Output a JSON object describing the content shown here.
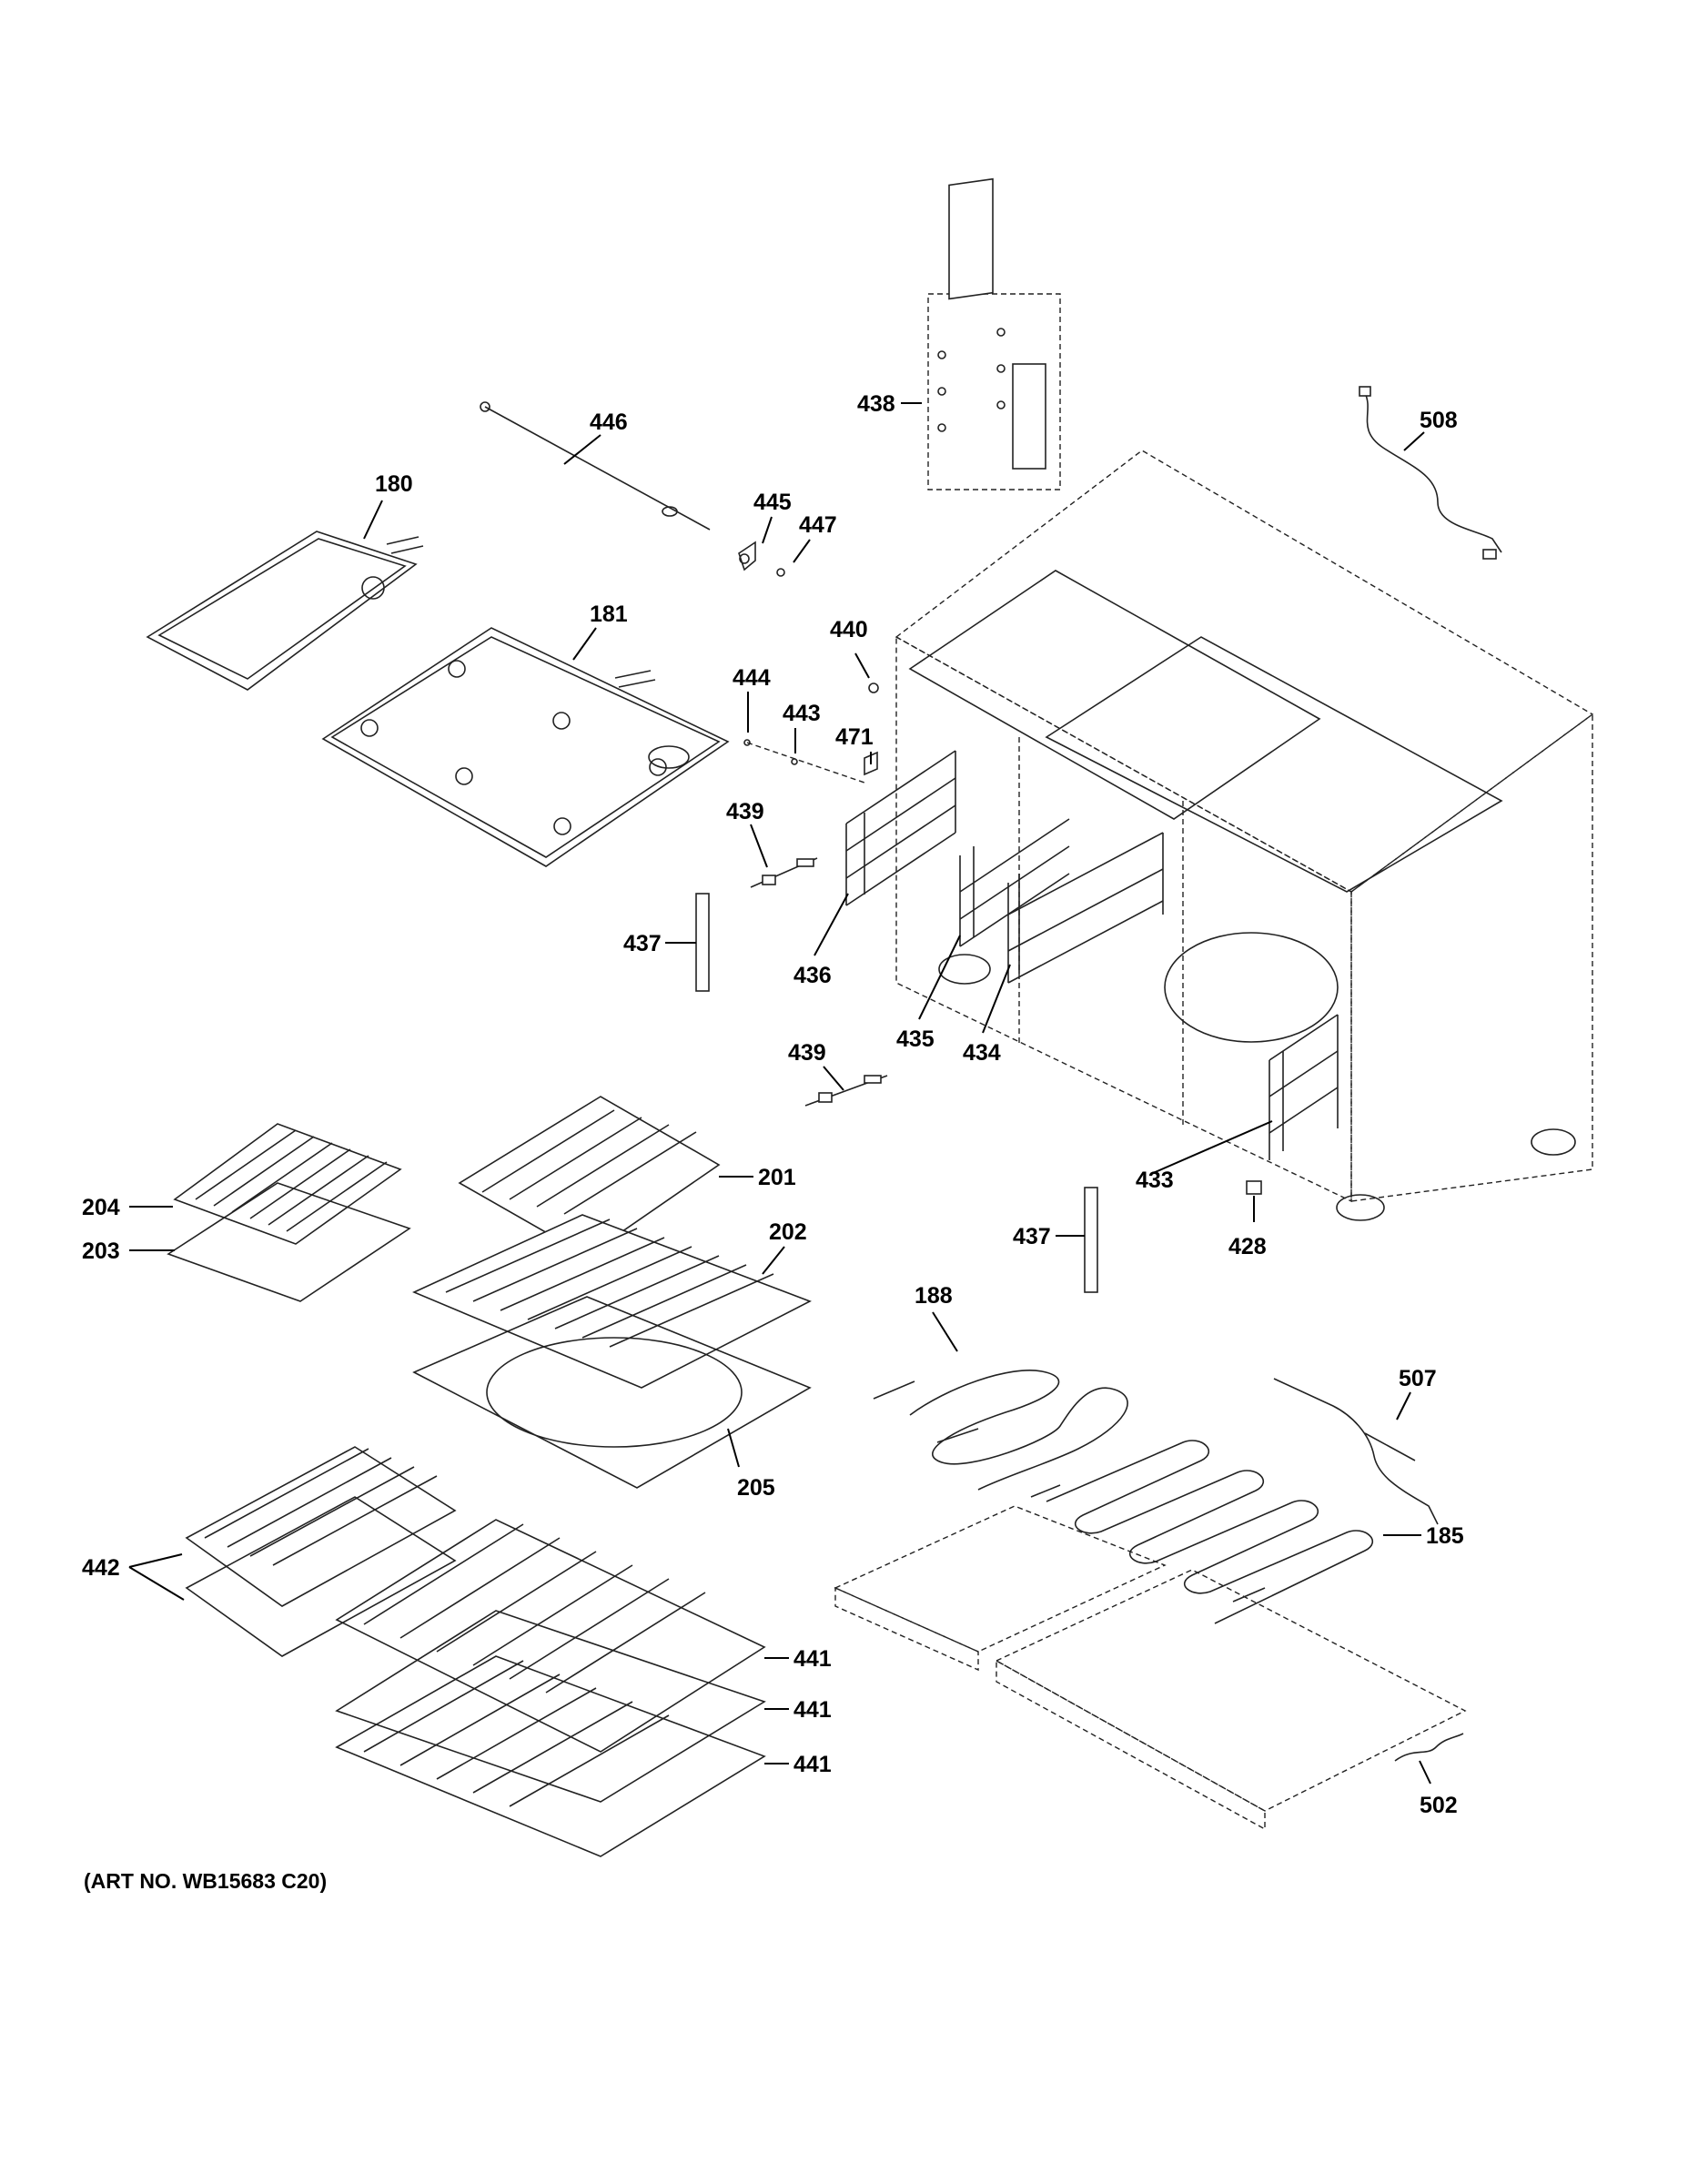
{
  "diagram": {
    "caption": "(ART NO. WB15683 C20)",
    "callouts": [
      {
        "id": "c446",
        "label": "446"
      },
      {
        "id": "c180",
        "label": "180"
      },
      {
        "id": "c445",
        "label": "445"
      },
      {
        "id": "c447",
        "label": "447"
      },
      {
        "id": "c438",
        "label": "438"
      },
      {
        "id": "c508",
        "label": "508"
      },
      {
        "id": "c181",
        "label": "181"
      },
      {
        "id": "c440",
        "label": "440"
      },
      {
        "id": "c444",
        "label": "444"
      },
      {
        "id": "c443",
        "label": "443"
      },
      {
        "id": "c471",
        "label": "471"
      },
      {
        "id": "c439a",
        "label": "439"
      },
      {
        "id": "c437a",
        "label": "437"
      },
      {
        "id": "c436",
        "label": "436"
      },
      {
        "id": "c435",
        "label": "435"
      },
      {
        "id": "c434",
        "label": "434"
      },
      {
        "id": "c439b",
        "label": "439"
      },
      {
        "id": "c433",
        "label": "433"
      },
      {
        "id": "c428",
        "label": "428"
      },
      {
        "id": "c204",
        "label": "204"
      },
      {
        "id": "c203",
        "label": "203"
      },
      {
        "id": "c201",
        "label": "201"
      },
      {
        "id": "c202",
        "label": "202"
      },
      {
        "id": "c437b",
        "label": "437"
      },
      {
        "id": "c188",
        "label": "188"
      },
      {
        "id": "c507",
        "label": "507"
      },
      {
        "id": "c205",
        "label": "205"
      },
      {
        "id": "c185",
        "label": "185"
      },
      {
        "id": "c442",
        "label": "442"
      },
      {
        "id": "c441a",
        "label": "441"
      },
      {
        "id": "c441b",
        "label": "441"
      },
      {
        "id": "c441c",
        "label": "441"
      },
      {
        "id": "c502",
        "label": "502"
      }
    ]
  }
}
